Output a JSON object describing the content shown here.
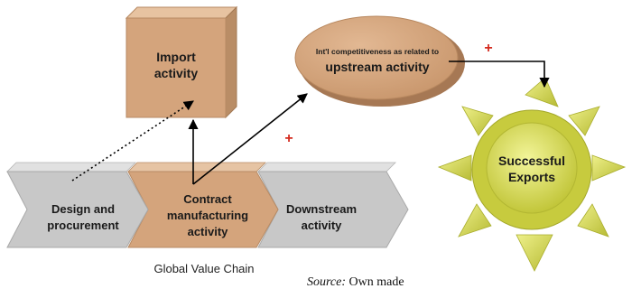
{
  "boxes": {
    "import": {
      "line1": "Import",
      "line2": "activity"
    },
    "upstream": {
      "line1": "Int'l competitiveness as related to",
      "line2": "upstream activity"
    },
    "exports": {
      "line1": "Successful",
      "line2": "Exports"
    }
  },
  "chain": {
    "design": {
      "line1": "Design and",
      "line2": "procurement"
    },
    "contract": {
      "line1": "Contract",
      "line2": "manufacturing",
      "line3": "activity"
    },
    "downstream": {
      "line1": "Downstream",
      "line2": "activity"
    },
    "caption": "Global Value Chain"
  },
  "signs": {
    "plus_upper": "+",
    "plus_lower": "+"
  },
  "source": {
    "label": "Source:",
    "text": "Own made"
  },
  "colors": {
    "box_tan": "#d4a47c",
    "chevron_grey": "#c8c8c8",
    "sun_yellow": "#d8dc55",
    "plus_red": "#d42a1e"
  }
}
